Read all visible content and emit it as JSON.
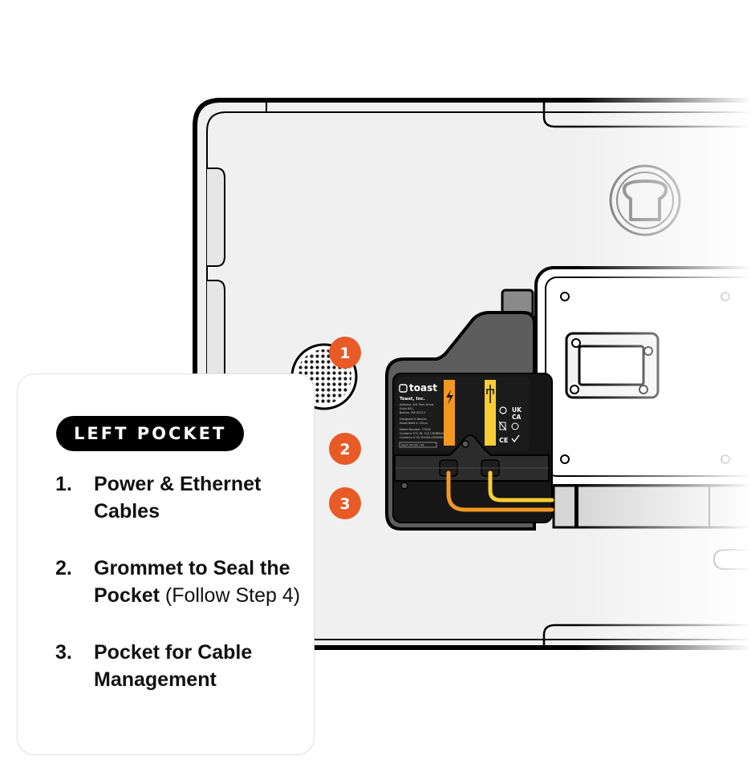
{
  "card": {
    "heading": "LEFT POCKET",
    "items": [
      {
        "number": "1.",
        "bold": "Power & Ethernet Cables",
        "rest": ""
      },
      {
        "number": "2.",
        "bold": "Grommet to Seal the Pocket",
        "rest": " (Follow Step 4)"
      },
      {
        "number": "3.",
        "bold": "Pocket for Cable Management",
        "rest": ""
      }
    ]
  },
  "callouts": [
    {
      "label": "1"
    },
    {
      "label": "2"
    },
    {
      "label": "3"
    }
  ],
  "label_plate": {
    "brand": "toast",
    "company": "Toast, Inc.",
    "address_lines": [
      "Address: 401 Park Drive,",
      "Suite 801,",
      "Boston, MA 02215"
    ],
    "designed_lines": [
      "Designed in Boston",
      "Assembled in China"
    ],
    "model_lines": [
      "Model Number: TT400",
      "Contains FCC ID: TLZ-CM389AX",
      "Contains IC ID: 6100A-CM389AX"
    ],
    "input": "Input 24V DC / 4A",
    "marks": [
      "UK",
      "CA",
      "CE"
    ]
  },
  "colors": {
    "accent": "#e85a26",
    "power_cable": "#f29722",
    "ethernet_cable": "#f7cd35",
    "label_dark": "#1b1b1b"
  }
}
